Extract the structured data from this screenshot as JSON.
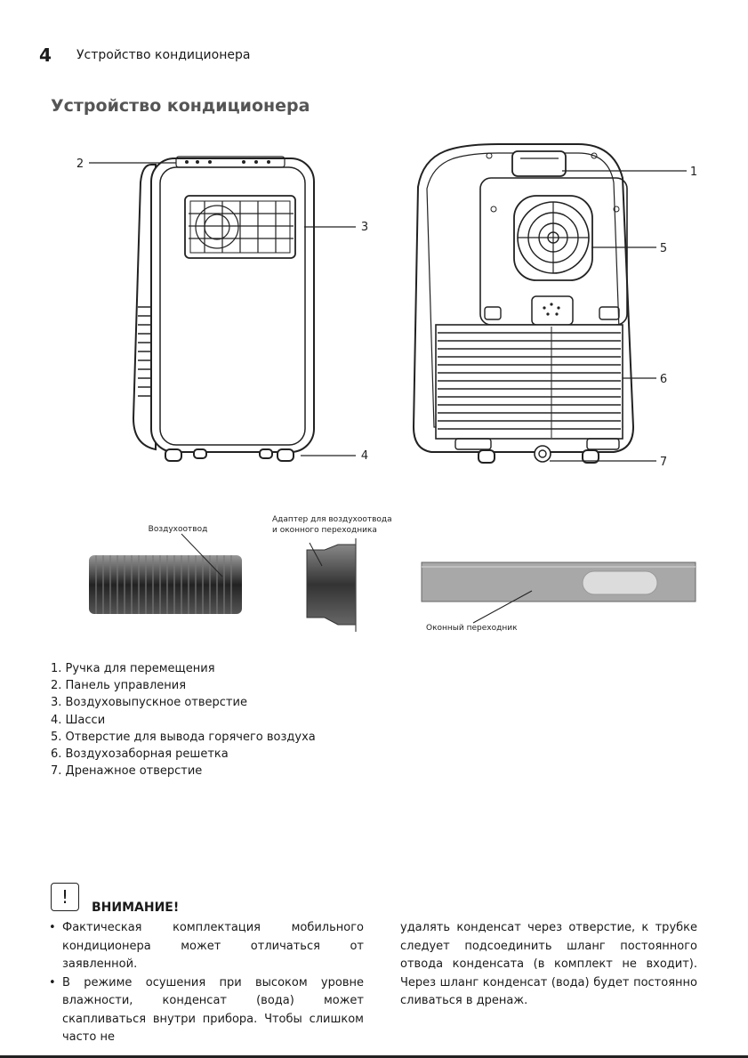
{
  "header": {
    "page_number": "4",
    "section": "Устройство кондиционера"
  },
  "title": "Устройство кондиционера",
  "figure": {
    "callouts": [
      "1",
      "2",
      "3",
      "4",
      "5",
      "6",
      "7"
    ],
    "hose_label": "Воздухоотвод",
    "adapter_label_line1": "Адаптер для воздухоотвода",
    "adapter_label_line2": "и оконного переходника",
    "window_label": "Оконный переходник"
  },
  "legend": [
    "1. Ручка для перемещения",
    "2. Панель управления",
    "3. Воздуховыпускное отверстие",
    "4. Шасси",
    "5. Отверстие для вывода горячего воздуха",
    "6. Воздухозаборная решетка",
    "7. Дренажное отверстие"
  ],
  "warning": {
    "icon": "!",
    "title": "ВНИМАНИЕ!",
    "bullet1": "Фактическая комплектация мобильного кондиционера может отличаться от заявленной.",
    "bullet2": "В режиме осушения при высоком уровне влажности, конденсат (вода) может скапливаться внутри прибора. Чтобы слишком часто не",
    "continuation": "удалять конденсат через отверстие, к трубке следует подсоединить шланг постоянного отвода конденсата (в комплект не входит). Через шланг конденсат (вода) будет постоянно сливаться в дренаж."
  }
}
